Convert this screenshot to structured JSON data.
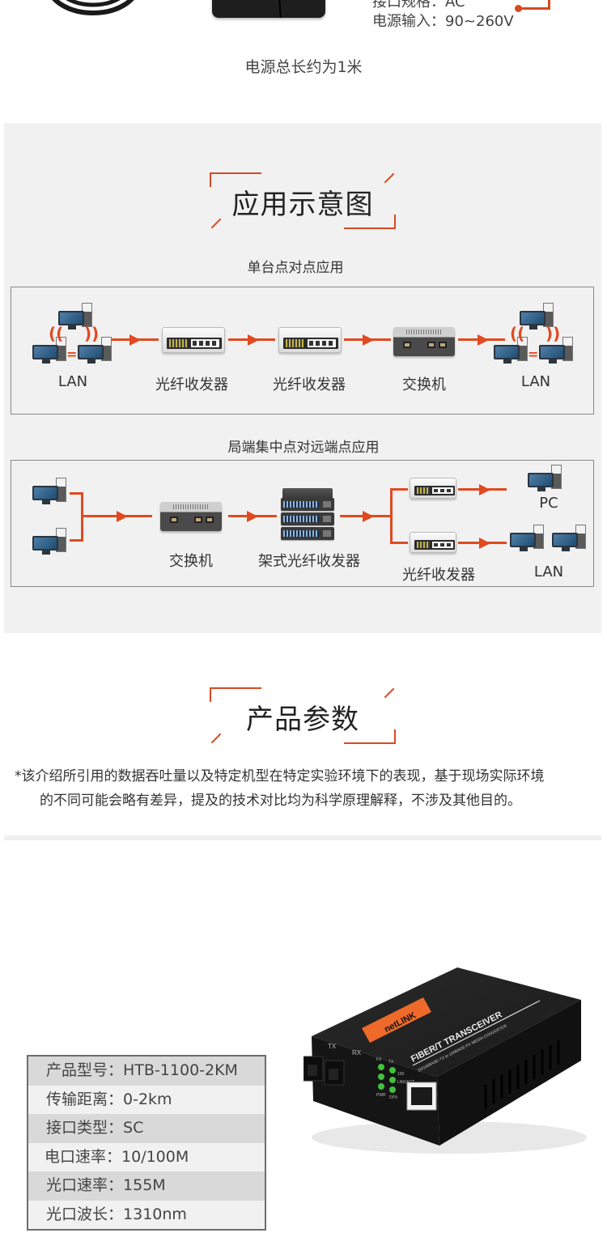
{
  "power_section": {
    "spec_lines": [
      "接口规格：AC",
      "电源输入：90~260V"
    ],
    "cable_length_note": "电源总长约为1米"
  },
  "application_section": {
    "title": "应用示意图",
    "diagram1": {
      "subtitle": "单台点对点应用",
      "nodes": [
        {
          "label": "LAN",
          "icon": "lan-computers-icon"
        },
        {
          "label": "光纤收发器",
          "icon": "fiber-transceiver-icon"
        },
        {
          "label": "光纤收发器",
          "icon": "fiber-transceiver-icon"
        },
        {
          "label": "交换机",
          "icon": "switch-icon"
        },
        {
          "label": "LAN",
          "icon": "lan-computers-icon"
        }
      ]
    },
    "diagram2": {
      "subtitle": "局端集中点对远端点应用",
      "nodes": [
        {
          "label": "交换机",
          "icon": "switch-icon"
        },
        {
          "label": "架式光纤收发器",
          "icon": "rack-transceiver-icon"
        },
        {
          "label": "光纤收发器",
          "icon": "fiber-transceiver-icon"
        },
        {
          "label": "PC",
          "icon": "computer-icon"
        },
        {
          "label": "LAN",
          "icon": "lan-computers-icon"
        }
      ]
    }
  },
  "params_section": {
    "title": "产品参数",
    "disclaimer_lines": [
      "*该介绍所引用的数据吞吐量以及特定机型在特定实验环境下的表现，基于现场实际环境",
      "的不同可能会略有差异，提及的技术对比均为科学原理解释，不涉及其他目的。"
    ],
    "params": [
      {
        "label": "产品型号：",
        "value": "HTB-1100-2KM"
      },
      {
        "label": "传输距离：",
        "value": "0-2km"
      },
      {
        "label": "接口类型：",
        "value": "SC"
      },
      {
        "label": "电口速率：",
        "value": "10/100M"
      },
      {
        "label": "光口速率：",
        "value": "155M"
      },
      {
        "label": "光口波长：",
        "value": "1310nm"
      }
    ]
  },
  "product_image": {
    "brand": "netLINK",
    "top_label": "FIBER/T TRANSCEIVER",
    "sub_label": "10/100BASE-TX to 100BASE-FX MEDIA CONVERTER",
    "port_labels": [
      "TX",
      "RX"
    ],
    "led_labels": [
      "FX",
      "TX",
      "100",
      "LNK/ACT",
      "PWR",
      "DPX"
    ]
  },
  "colors": {
    "accent": "#e04a20",
    "panel_bg": "#f1f1f1",
    "table_alt_row": "#d9d9d9"
  }
}
